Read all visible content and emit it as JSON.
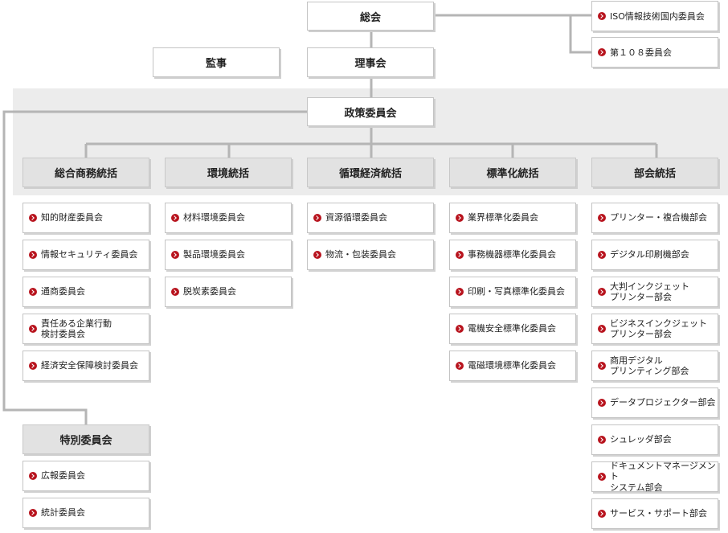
{
  "top": {
    "general_assembly": "総会",
    "auditor": "監事",
    "board": "理事会",
    "policy_committee": "政策委員会"
  },
  "top_right": [
    {
      "label": "ISO情報技術国内委員会"
    },
    {
      "label": "第１０８委員会"
    }
  ],
  "categories": [
    {
      "label": "総合商務統括",
      "items": [
        {
          "label": "知的財産委員会"
        },
        {
          "label": "情報セキュリティ委員会"
        },
        {
          "label": "通商委員会"
        },
        {
          "label": "責任ある企業行動\n検討委員会"
        },
        {
          "label": "経済安全保障検討委員会"
        }
      ]
    },
    {
      "label": "環境統括",
      "items": [
        {
          "label": "材料環境委員会"
        },
        {
          "label": "製品環境委員会"
        },
        {
          "label": "脱炭素委員会"
        }
      ]
    },
    {
      "label": "循環経済統括",
      "items": [
        {
          "label": "資源循環委員会"
        },
        {
          "label": "物流・包装委員会"
        }
      ]
    },
    {
      "label": "標準化統括",
      "items": [
        {
          "label": "業界標準化委員会"
        },
        {
          "label": "事務機器標準化委員会"
        },
        {
          "label": "印刷・写真標準化委員会"
        },
        {
          "label": "電機安全標準化委員会"
        },
        {
          "label": "電磁環境標準化委員会"
        }
      ]
    },
    {
      "label": "部会統括",
      "items": [
        {
          "label": "プリンター・複合機部会"
        },
        {
          "label": "デジタル印刷機部会"
        },
        {
          "label": "大判インクジェット\nプリンター部会"
        },
        {
          "label": "ビジネスインクジェット\nプリンター部会"
        },
        {
          "label": "商用デジタル\nプリンティング部会"
        },
        {
          "label": "データプロジェクター部会"
        },
        {
          "label": "シュレッダ部会"
        },
        {
          "label": "ドキュメントマネージメント\nシステム部会"
        },
        {
          "label": "サービス・サポート部会"
        }
      ]
    }
  ],
  "special": {
    "label": "特別委員会",
    "items": [
      {
        "label": "広報委員会"
      },
      {
        "label": "統計委員会"
      }
    ]
  }
}
